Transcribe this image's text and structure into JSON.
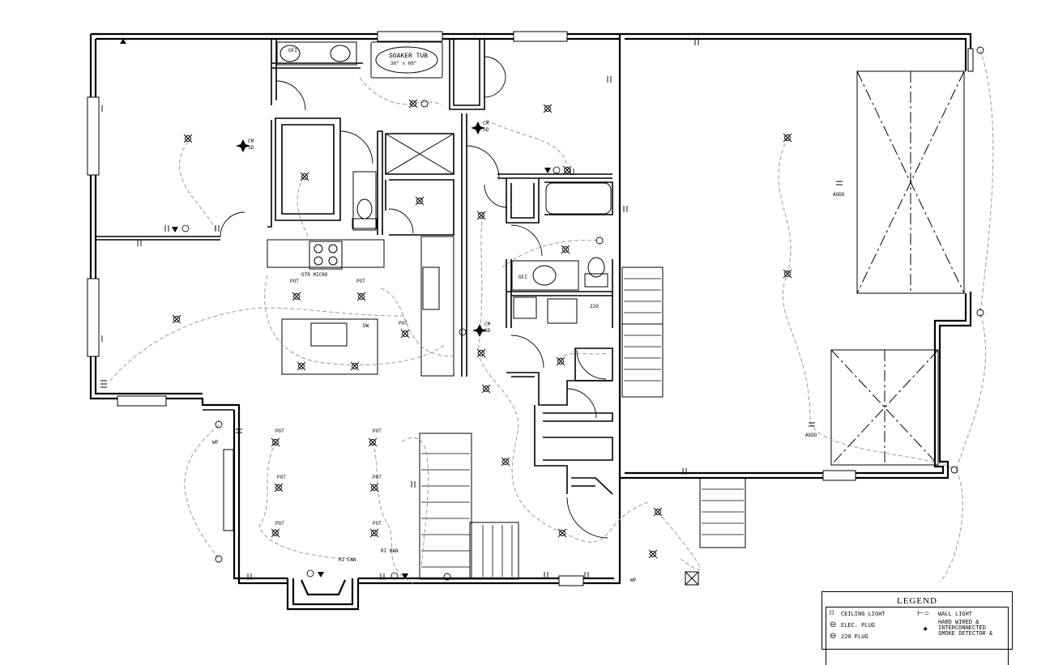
{
  "plan": {
    "labels": {
      "soaker_tub_1": "SOAKER TUB",
      "soaker_tub_2": "36\" x 66\"",
      "otr_micro": "OTR MICRO",
      "pot": "POT",
      "dw": "DW",
      "fan": "FAN",
      "ri_fan": "RI FAN",
      "ri_ran": "RI RAN",
      "gfi": "GFI",
      "wp": "WP",
      "agdo": "AGDO",
      "v220": "220",
      "cm": "CM",
      "sd": "SD"
    }
  },
  "legend": {
    "title": "LEGEND",
    "ceiling_light": "CEILING LIGHT",
    "wall_light": "WALL LIGHT",
    "elec_plug": "ELEC. PLUG",
    "smoke_1": "HARD WIRED &",
    "smoke_2": "INTERCONNECTED",
    "smoke_3": "SMOKE DETECTOR &",
    "v220_plug": "220 PLUG",
    "ceiling_icon": "⌑",
    "wall_icon": "⊢○",
    "plug_icon": "⊖",
    "smoke_icon": "✦"
  }
}
